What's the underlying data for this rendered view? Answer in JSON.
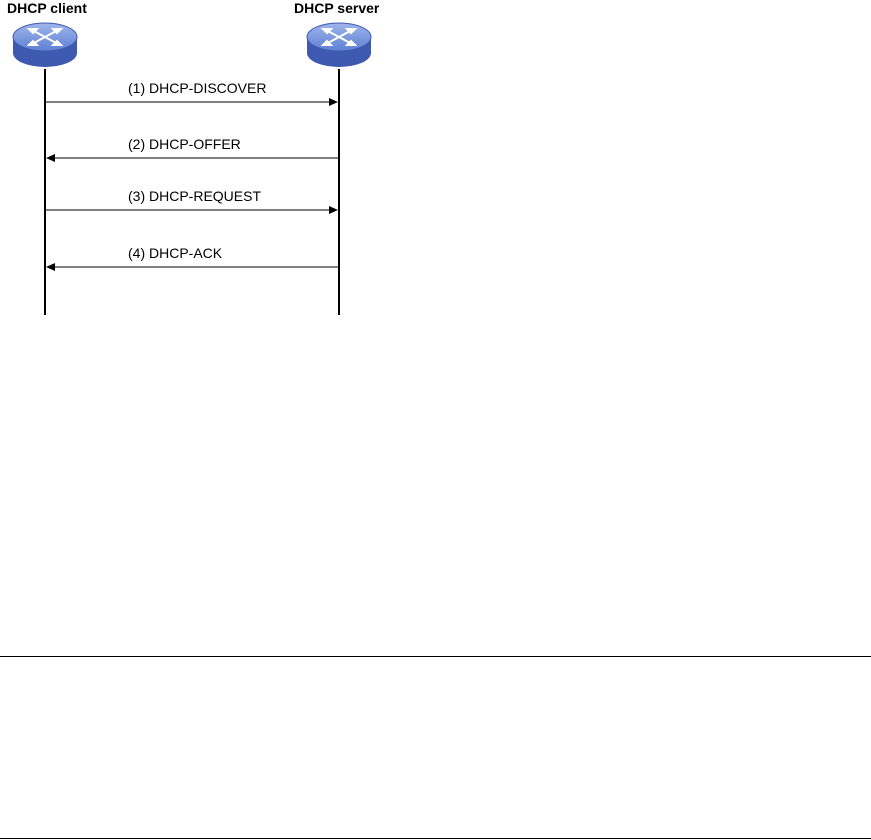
{
  "diagram": {
    "client": {
      "title": "DHCP client",
      "icon": "router-icon"
    },
    "server": {
      "title": "DHCP server",
      "icon": "router-icon"
    },
    "messages": [
      {
        "label": "(1) DHCP-DISCOVER",
        "direction": "client-to-server"
      },
      {
        "label": "(2) DHCP-OFFER",
        "direction": "server-to-client"
      },
      {
        "label": "(3) DHCP-REQUEST",
        "direction": "client-to-server"
      },
      {
        "label": "(4) DHCP-ACK",
        "direction": "server-to-client"
      }
    ]
  },
  "colors": {
    "router_fill": "#4f6fc4",
    "router_top": "#7f9be0",
    "router_side": "#3a55a3",
    "line": "#000000"
  }
}
